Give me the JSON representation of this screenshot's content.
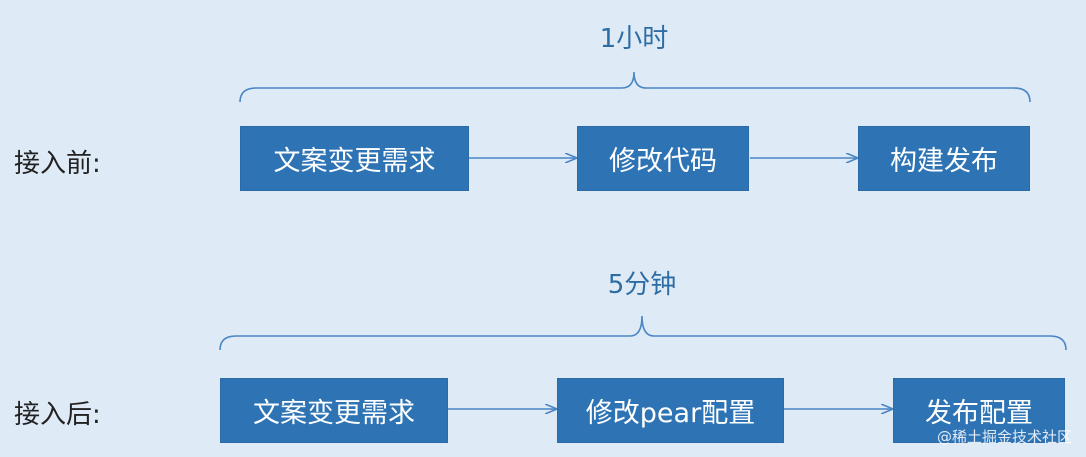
{
  "colors": {
    "background": "#deeaf6",
    "box": "#2e74b5",
    "duration_text": "#2e6da4",
    "connector": "#4a86c5"
  },
  "before": {
    "label": "接入前:",
    "duration": "1小时",
    "steps": [
      "文案变更需求",
      "修改代码",
      "构建发布"
    ]
  },
  "after": {
    "label": "接入后:",
    "duration": "5分钟",
    "steps": [
      "文案变更需求",
      "修改pear配置",
      "发布配置"
    ]
  },
  "watermark": "@稀土掘金技术社区"
}
